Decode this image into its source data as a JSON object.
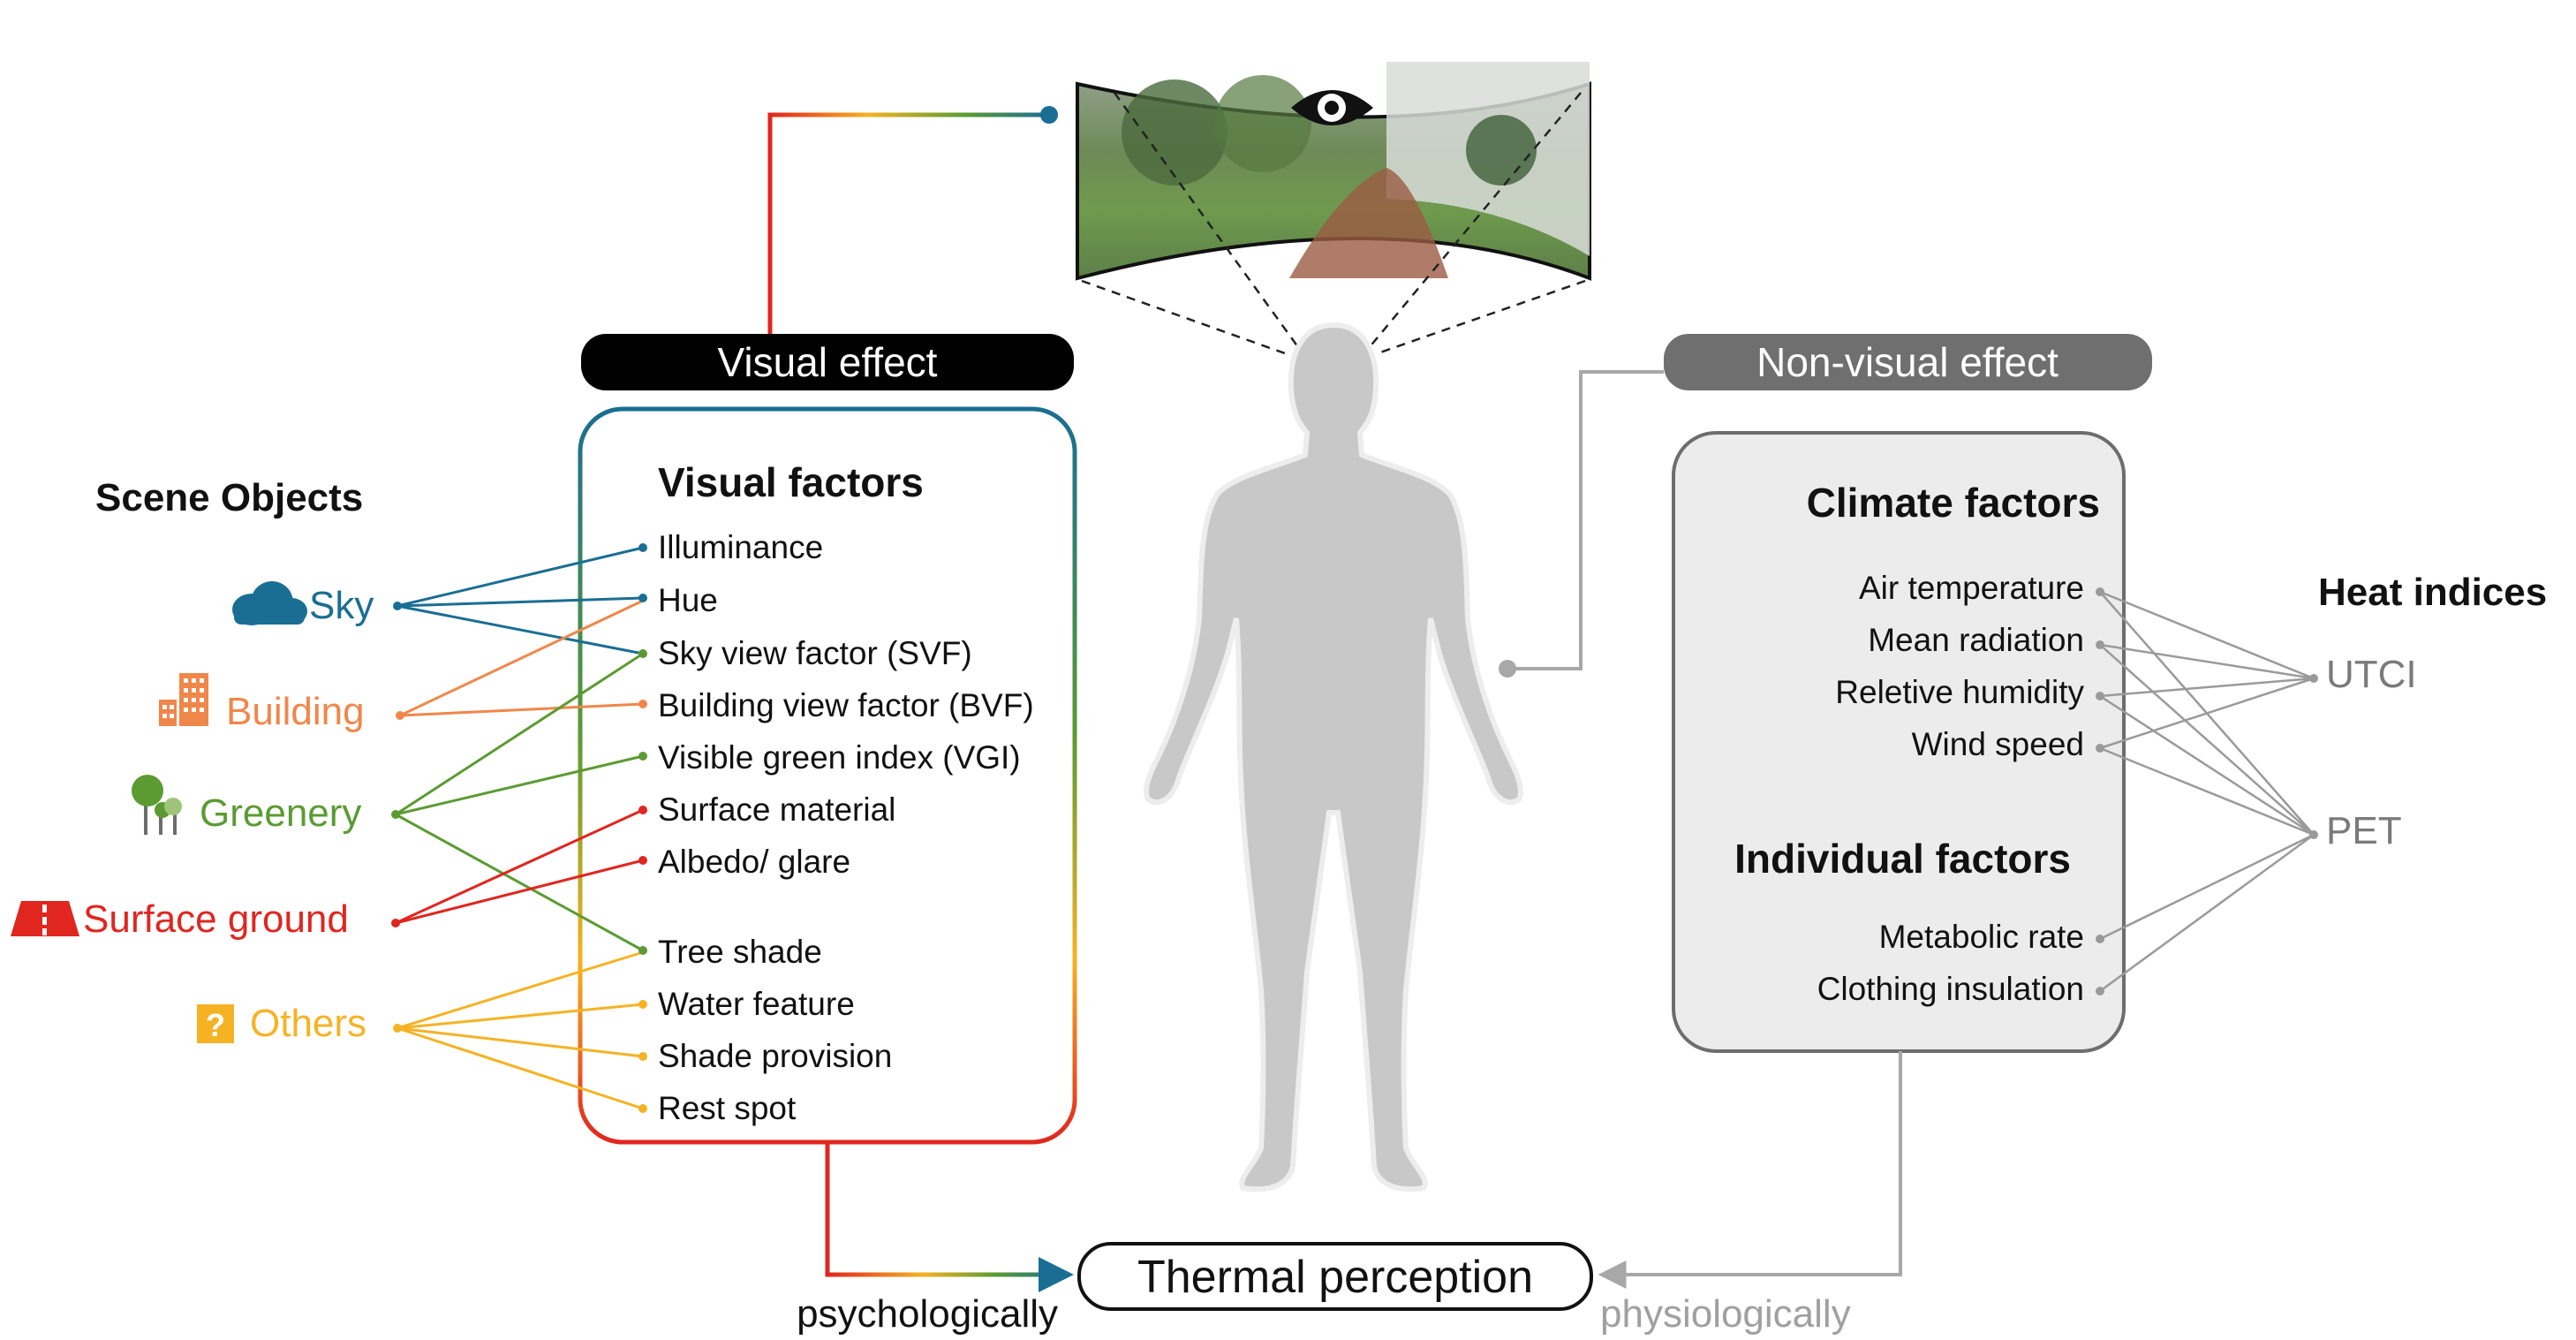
{
  "scene_objects": {
    "title": "Scene Objects",
    "items": [
      {
        "label": "Sky",
        "color": "#1a6e93",
        "icon": "cloud-icon"
      },
      {
        "label": "Building",
        "color": "#f0874a",
        "icon": "building-icon"
      },
      {
        "label": "Greenery",
        "color": "#5b9b32",
        "icon": "trees-icon"
      },
      {
        "label": "Surface ground",
        "color": "#e0261f",
        "icon": "road-icon"
      },
      {
        "label": "Others",
        "color": "#f5b324",
        "icon": "question-icon"
      }
    ]
  },
  "visual_effect": {
    "label": "Visual effect",
    "box_title": "Visual factors",
    "factors": [
      "Illuminance",
      "Hue",
      "Sky view factor (SVF)",
      "Building view factor (BVF)",
      "Visible green index (VGI)",
      "Surface material",
      "Albedo/ glare",
      "Tree shade",
      "Water feature",
      "Shade provision",
      "Rest spot"
    ]
  },
  "non_visual_effect": {
    "label": "Non-visual effect",
    "climate_title": "Climate factors",
    "climate_factors": [
      "Air temperature",
      "Mean radiation",
      "Reletive humidity",
      "Wind speed"
    ],
    "individual_title": "Individual factors",
    "individual_factors": [
      "Metabolic rate",
      "Clothing insulation"
    ]
  },
  "heat_indices": {
    "title": "Heat indices",
    "items": [
      "UTCI",
      "PET"
    ]
  },
  "thermal_perception": {
    "label": "Thermal perception",
    "left_label": "psychologically",
    "right_label": "physiologically"
  },
  "colors": {
    "sky": "#1a6e93",
    "building": "#f0874a",
    "greenery": "#5b9b32",
    "surface": "#e0261f",
    "others": "#f5b324",
    "gray": "#8a8a8a",
    "silhouette": "#c8c8c8"
  }
}
